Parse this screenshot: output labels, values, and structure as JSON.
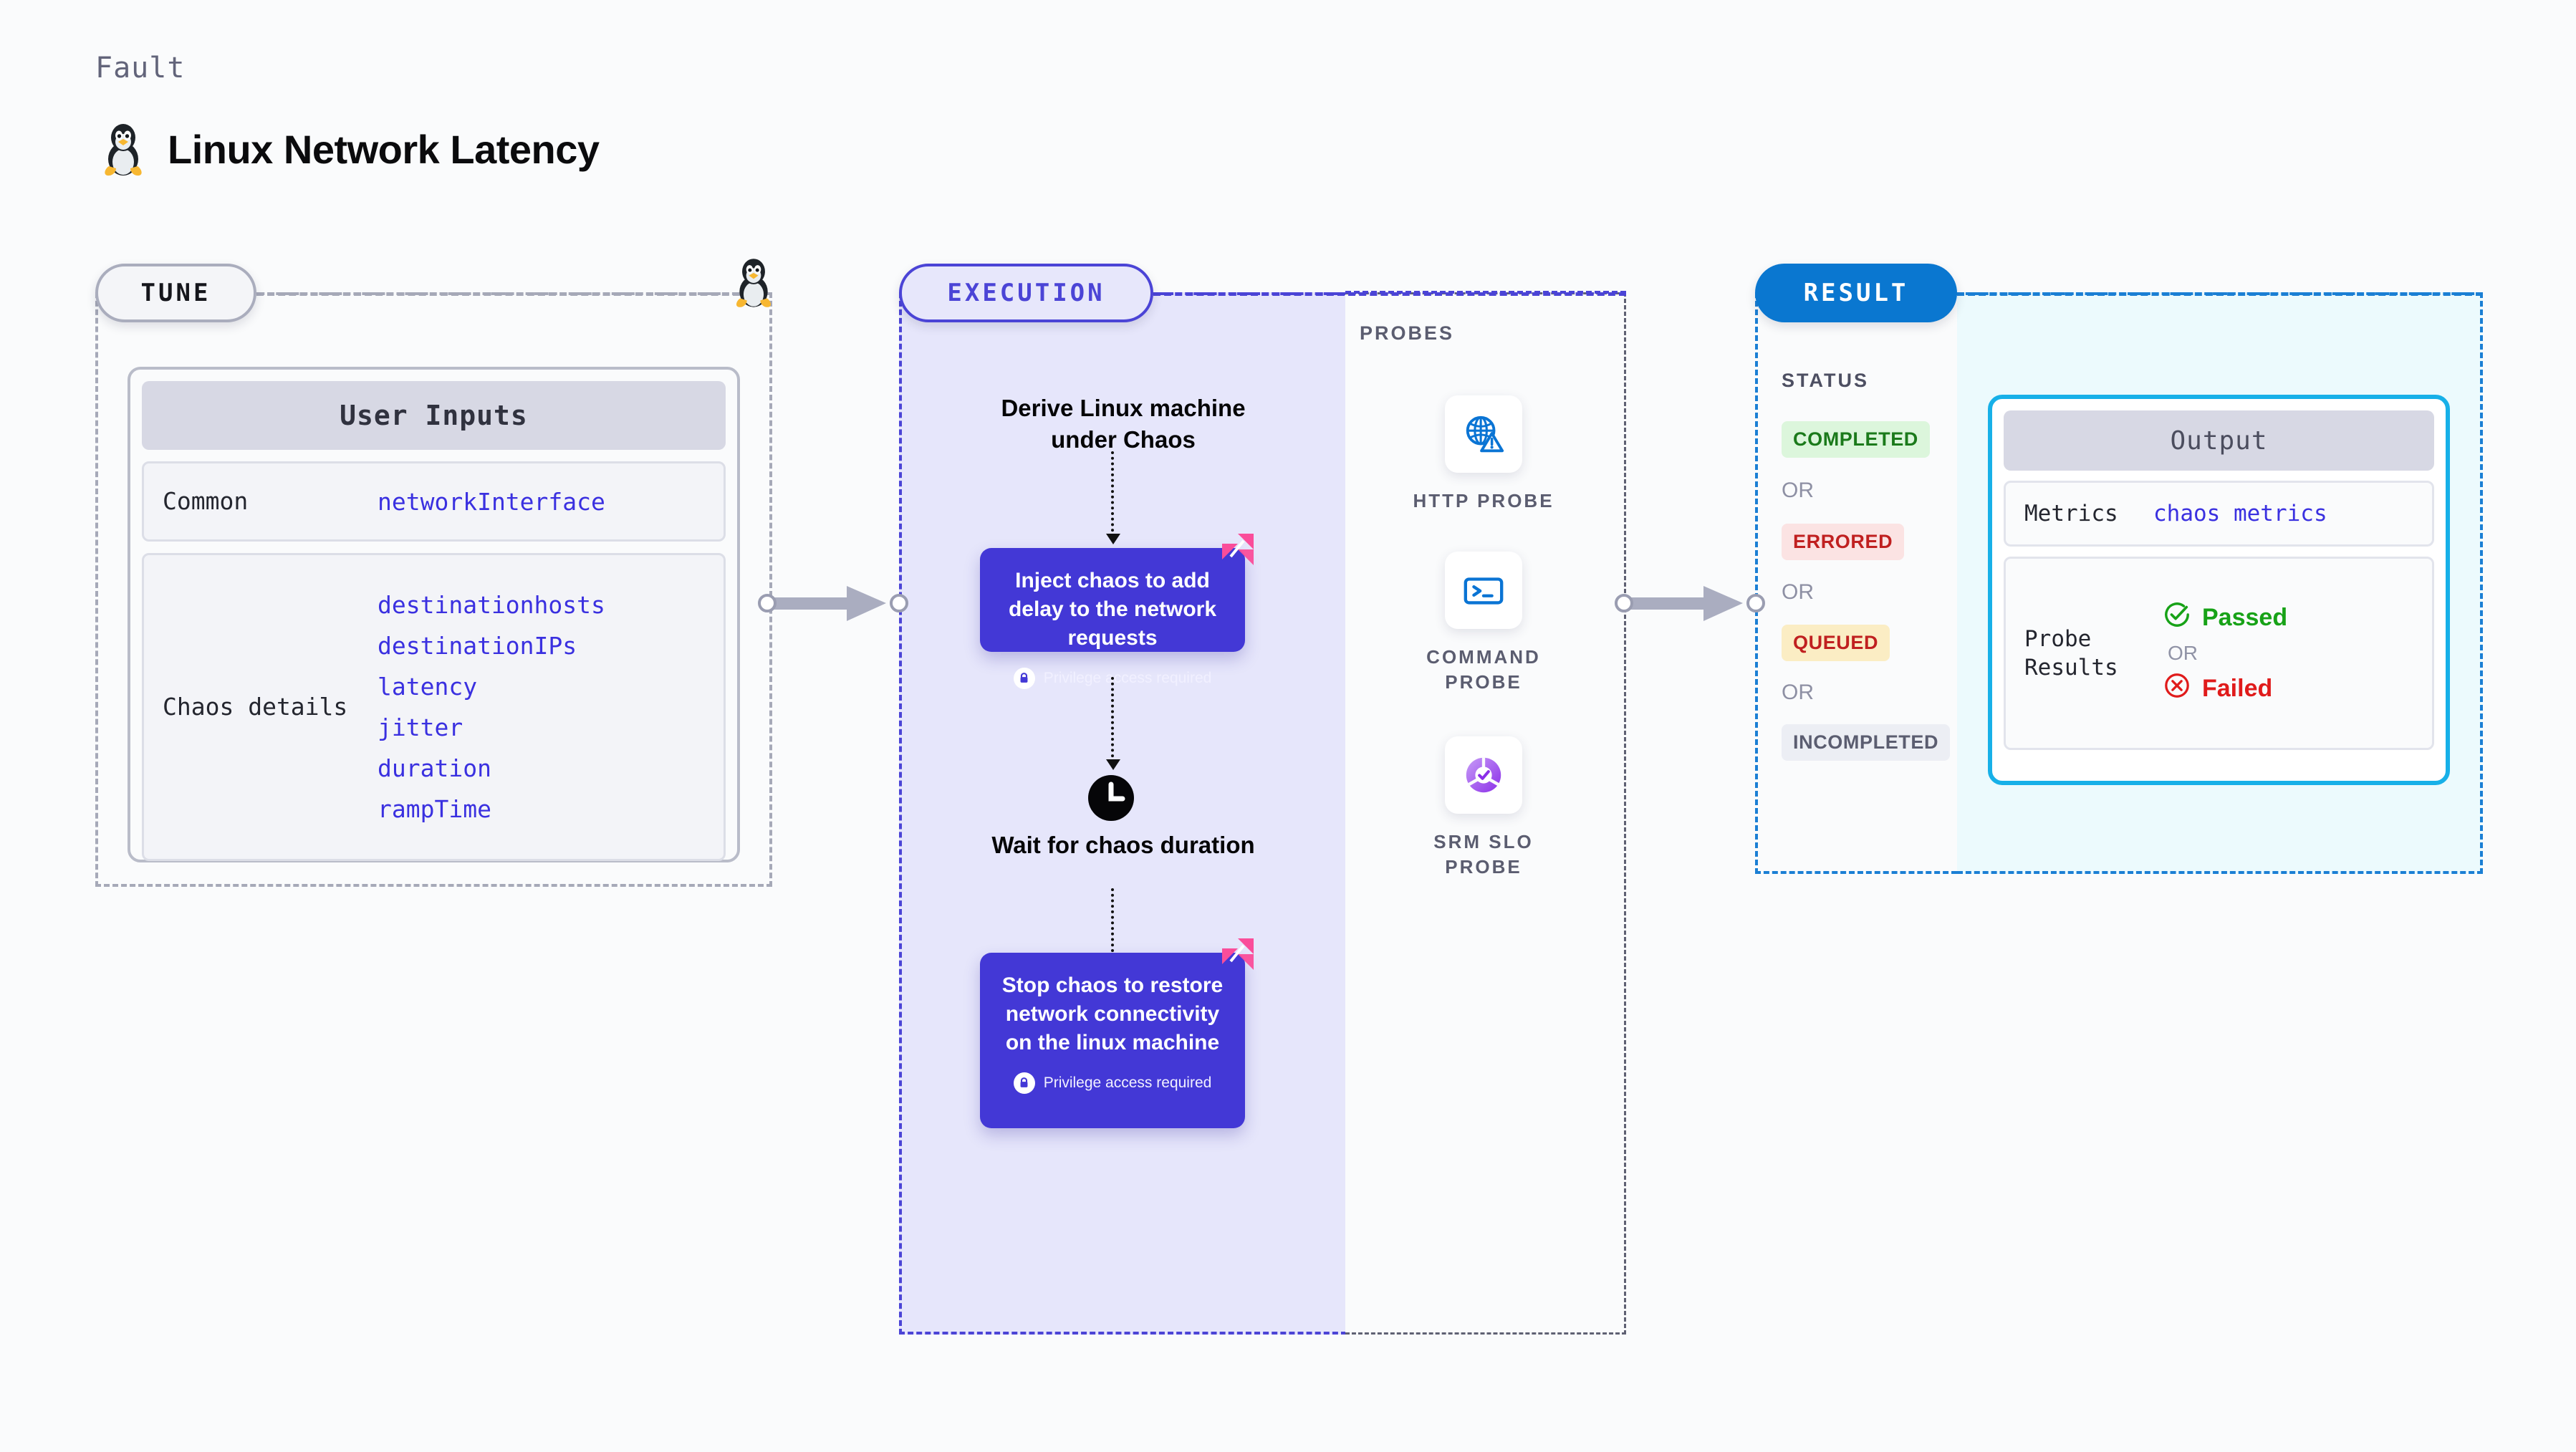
{
  "header": {
    "kicker": "Fault",
    "title": "Linux Network Latency",
    "icon": "linux-penguin-icon"
  },
  "stages": {
    "tune": {
      "label": "TUNE",
      "connector_icon": "linux-penguin-icon",
      "card": {
        "header": "User Inputs",
        "rows": [
          {
            "label": "Common",
            "values": [
              "networkInterface"
            ]
          },
          {
            "label": "Chaos details",
            "values": [
              "destinationhosts",
              "destinationIPs",
              "latency",
              "jitter",
              "duration",
              "rampTime"
            ]
          }
        ]
      }
    },
    "execution": {
      "label": "EXECUTION",
      "steps": [
        {
          "type": "title",
          "text": "Derive Linux machine under Chaos"
        },
        {
          "type": "chaos-card",
          "text": "Inject chaos to add delay to the network requests",
          "privilege": "Privilege access required",
          "badge": "harness-badge-icon"
        },
        {
          "type": "clock",
          "icon": "clock-icon",
          "text": "Wait for chaos duration"
        },
        {
          "type": "chaos-card",
          "text": "Stop chaos to restore network connectivity on the linux machine",
          "privilege": "Privilege access required",
          "badge": "harness-badge-icon"
        }
      ]
    },
    "probes": {
      "label": "PROBES",
      "items": [
        {
          "caption": "HTTP PROBE",
          "icon": "globe-warning-icon"
        },
        {
          "caption": "COMMAND PROBE",
          "icon": "terminal-prompt-icon"
        },
        {
          "caption": "SRM SLO PROBE",
          "icon": "slo-donut-check-icon"
        }
      ]
    },
    "result": {
      "label": "RESULT",
      "status_label": "STATUS",
      "or_label": "OR",
      "statuses": [
        {
          "text": "COMPLETED",
          "bg": "#dcf6dc",
          "fg": "#1b7a1b"
        },
        {
          "text": "ERRORED",
          "bg": "#fbe3e3",
          "fg": "#c02020"
        },
        {
          "text": "QUEUED",
          "bg": "#fbedc4",
          "fg": "#c02020"
        },
        {
          "text": "INCOMPLETED",
          "bg": "#eceef4",
          "fg": "#5b5d70"
        }
      ],
      "output": {
        "header": "Output",
        "metrics_label": "Metrics",
        "metrics_value": "chaos metrics",
        "probe_results_label": "Probe Results",
        "passed": "Passed",
        "or_label": "OR",
        "failed": "Failed",
        "passed_icon": "check-circle-icon",
        "failed_icon": "x-circle-icon"
      }
    }
  },
  "colors": {
    "tune_border": "#a6a9b8",
    "execution": "#4b44d6",
    "result": "#1b7fd4",
    "output_accent": "#17b0e8",
    "chaos_card": "#4338d6",
    "harness_pink": "#fa4d9a",
    "token_blue": "#3a30e0"
  }
}
